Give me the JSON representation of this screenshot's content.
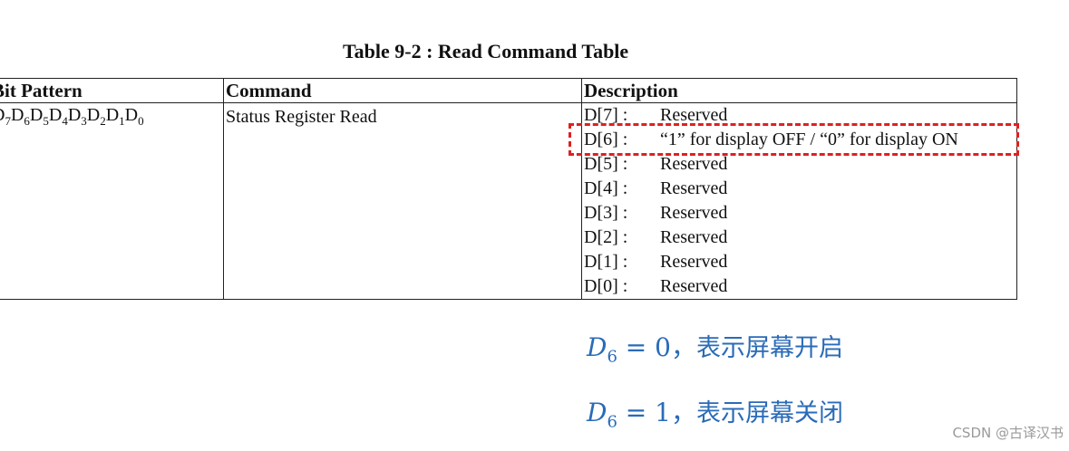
{
  "caption": "Table 9-2 : Read Command Table",
  "table": {
    "headers": [
      "Bit Pattern",
      "Command",
      "Description"
    ],
    "bit_pattern": {
      "letters": [
        "D",
        "D",
        "D",
        "D",
        "D",
        "D",
        "D",
        "D"
      ],
      "subs": [
        "7",
        "6",
        "5",
        "4",
        "3",
        "2",
        "1",
        "0"
      ]
    },
    "command": "Status Register Read",
    "description": [
      {
        "bit": "D[7] :",
        "text": "Reserved"
      },
      {
        "bit": "D[6] :",
        "text": "“1” for display OFF / “0” for display ON"
      },
      {
        "bit": "D[5] :",
        "text": "Reserved"
      },
      {
        "bit": "D[4] :",
        "text": "Reserved"
      },
      {
        "bit": "D[3] :",
        "text": "Reserved"
      },
      {
        "bit": "D[2] :",
        "text": "Reserved"
      },
      {
        "bit": "D[1] :",
        "text": "Reserved"
      },
      {
        "bit": "D[0] :",
        "text": "Reserved"
      }
    ]
  },
  "highlight_color": "#e02020",
  "annotations": [
    {
      "var": "D",
      "sub": "6",
      "rel": " = 0，",
      "text": "表示屏幕开启"
    },
    {
      "var": "D",
      "sub": "6",
      "rel": " = 1，",
      "text": "表示屏幕关闭"
    }
  ],
  "annotation_color": "#2a6bb8",
  "watermark": "CSDN @古译汉书"
}
